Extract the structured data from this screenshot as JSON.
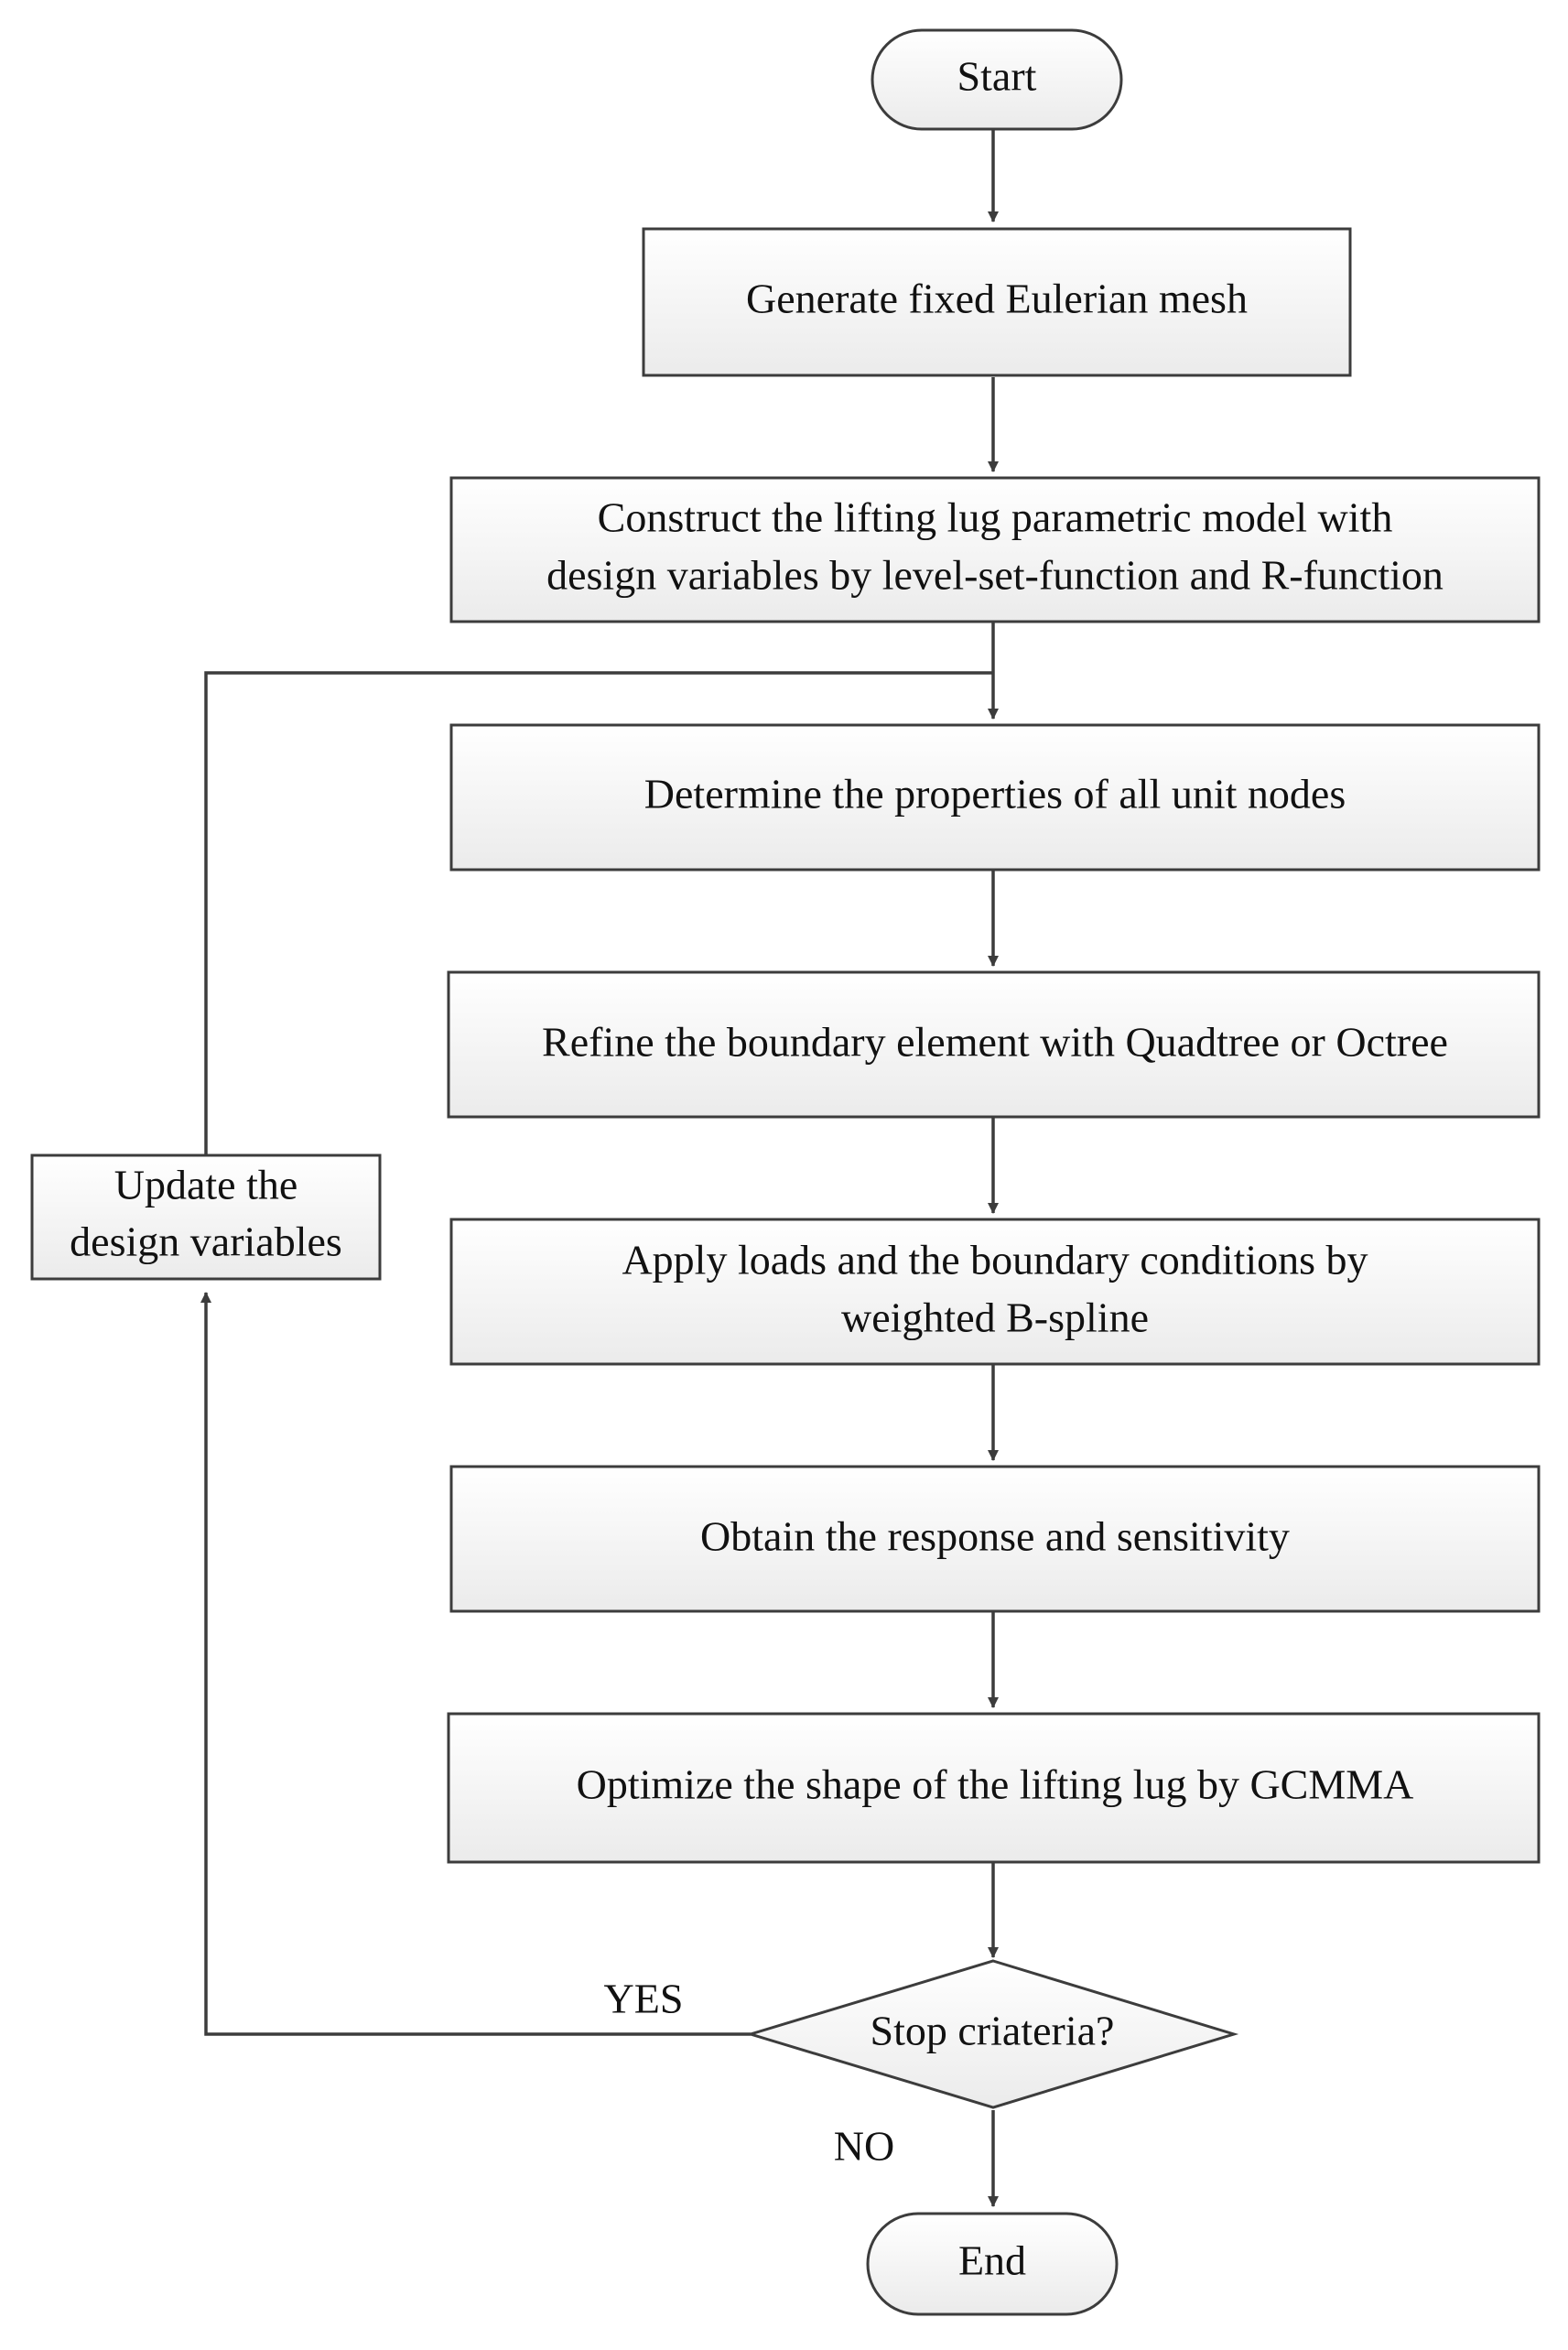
{
  "colors": {
    "stroke": "#3c3c3c",
    "box_fill_top": "#ffffff",
    "box_fill_bottom": "#ebebeb",
    "text": "#111111"
  },
  "nodes": {
    "start": {
      "label": "Start"
    },
    "generate_mesh": {
      "label": "Generate fixed Eulerian mesh"
    },
    "construct_model": {
      "line1": "Construct the lifting lug parametric model with",
      "line2": "design variables by level-set-function and R-function"
    },
    "determine_properties": {
      "label": "Determine the properties of all unit nodes"
    },
    "refine_boundary": {
      "label": "Refine the boundary element with Quadtree or Octree"
    },
    "apply_loads": {
      "line1": "Apply loads and the boundary conditions by",
      "line2": "weighted B-spline"
    },
    "obtain_response": {
      "label": "Obtain the response and sensitivity"
    },
    "optimize_shape": {
      "label": "Optimize the shape of the lifting lug by GCMMA"
    },
    "stop_criteria": {
      "label": "Stop criateria?"
    },
    "update_variables": {
      "line1": "Update the",
      "line2": "design variables"
    },
    "end": {
      "label": "End"
    }
  },
  "edge_labels": {
    "yes": "YES",
    "no": "NO"
  }
}
